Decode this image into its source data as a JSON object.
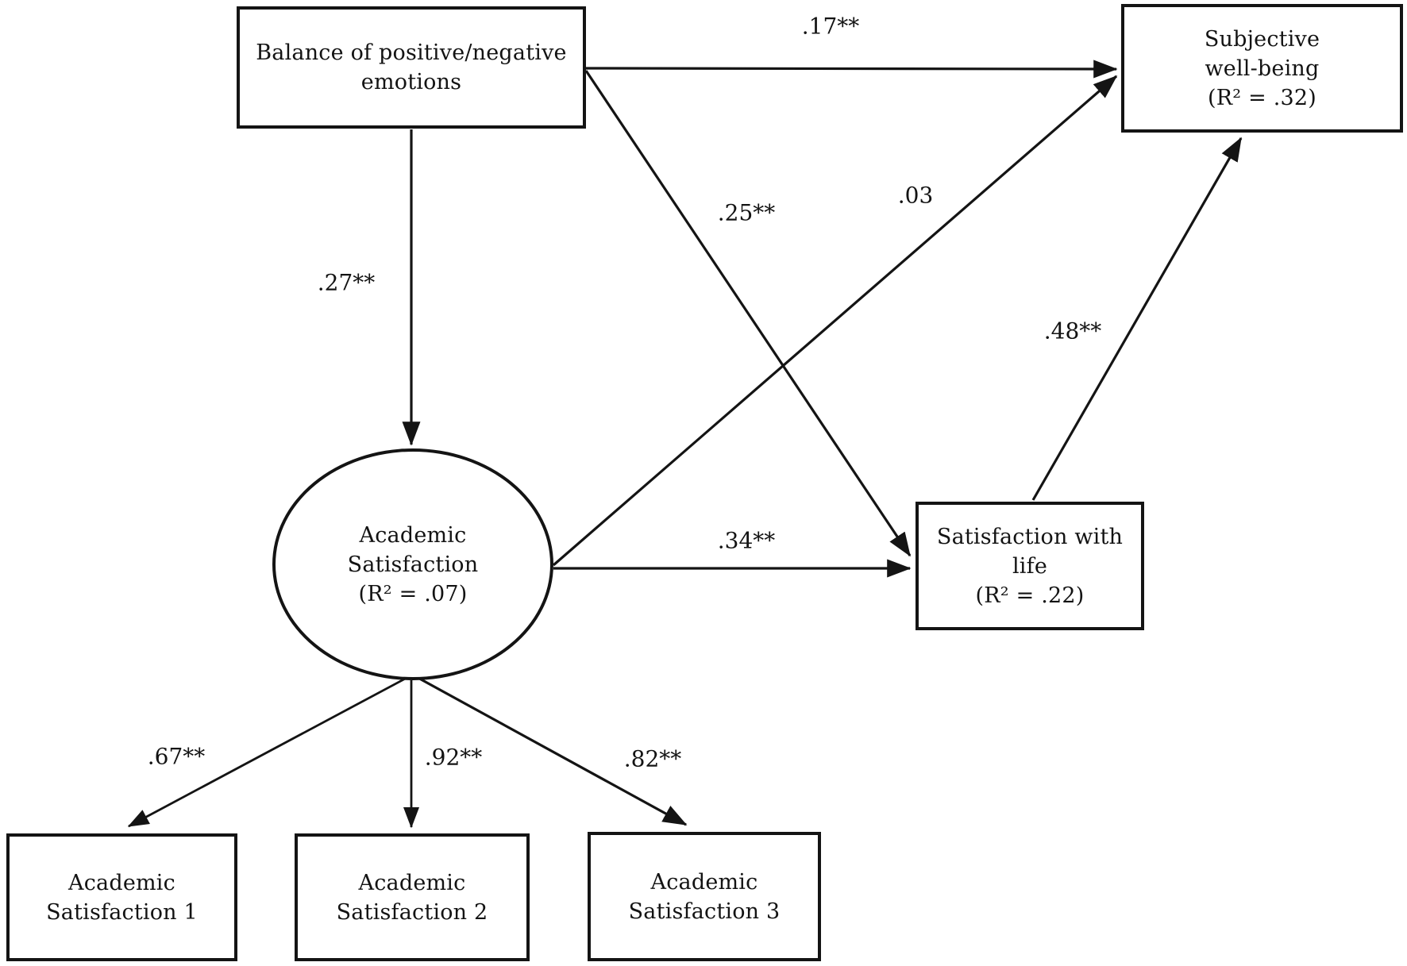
{
  "figure": {
    "type": "path-diagram",
    "background": "#ffffff",
    "line_color": "#141414"
  },
  "nodes": {
    "balance": {
      "shape": "rectangle",
      "lines": [
        "Balance of positive/negative",
        "emotions"
      ]
    },
    "swb": {
      "shape": "rectangle",
      "lines": [
        "Subjective",
        "well-being",
        "(R² = .32)"
      ]
    },
    "academic": {
      "shape": "ellipse",
      "lines": [
        "Academic",
        "Satisfaction",
        "(R² = .07)"
      ]
    },
    "swl": {
      "shape": "rectangle",
      "lines": [
        "Satisfaction with",
        "life",
        "(R² = .22)"
      ]
    },
    "as1": {
      "shape": "rectangle",
      "lines": [
        "Academic",
        "Satisfaction 1"
      ]
    },
    "as2": {
      "shape": "rectangle",
      "lines": [
        "Academic",
        "Satisfaction 2"
      ]
    },
    "as3": {
      "shape": "rectangle",
      "lines": [
        "Academic",
        "Satisfaction 3"
      ]
    }
  },
  "edges": [
    {
      "from": "Balance of positive/negative emotions",
      "to": "Academic Satisfaction",
      "coefficient": ".27**"
    },
    {
      "from": "Balance of positive/negative emotions",
      "to": "Subjective well-being",
      "coefficient": ".17**"
    },
    {
      "from": "Balance of positive/negative emotions",
      "to": "Satisfaction with life",
      "coefficient": ".25**"
    },
    {
      "from": "Academic Satisfaction",
      "to": "Subjective well-being",
      "coefficient": ".03"
    },
    {
      "from": "Academic Satisfaction",
      "to": "Satisfaction with life",
      "coefficient": ".34**"
    },
    {
      "from": "Satisfaction with life",
      "to": "Subjective well-being",
      "coefficient": ".48**"
    },
    {
      "from": "Academic Satisfaction",
      "to": "Academic Satisfaction 1",
      "coefficient": ".67**"
    },
    {
      "from": "Academic Satisfaction",
      "to": "Academic Satisfaction 2",
      "coefficient": ".92**"
    },
    {
      "from": "Academic Satisfaction",
      "to": "Academic Satisfaction 3",
      "coefficient": ".82**"
    }
  ]
}
